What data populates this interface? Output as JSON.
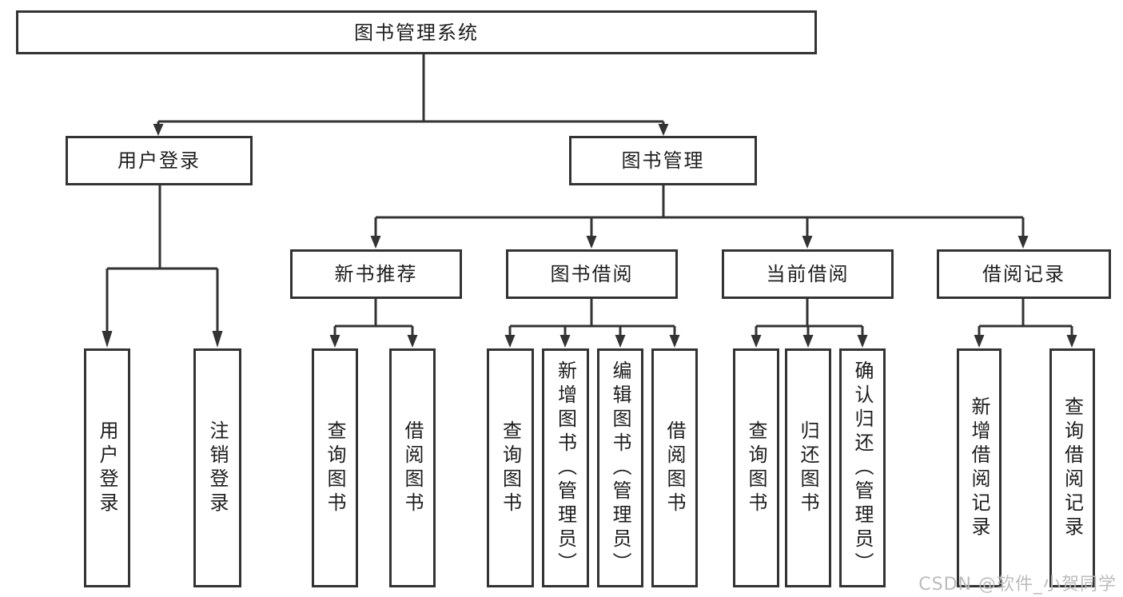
{
  "diagram_type": "hierarchy-tree",
  "colors": {
    "line": "#333333",
    "text": "#1d1d1d",
    "background": "#ffffff",
    "watermark": "#bcbcbc"
  },
  "tree": {
    "label": "图书管理系统",
    "children": [
      {
        "label": "用户登录",
        "children": [
          {
            "label": "用户登录"
          },
          {
            "label": "注销登录"
          }
        ]
      },
      {
        "label": "图书管理",
        "children": [
          {
            "label": "新书推荐",
            "children": [
              {
                "label": "查询图书"
              },
              {
                "label": "借阅图书"
              }
            ]
          },
          {
            "label": "图书借阅",
            "children": [
              {
                "label": "查询图书"
              },
              {
                "label": "新增图书（管理员）"
              },
              {
                "label": "编辑图书（管理员）"
              },
              {
                "label": "借阅图书"
              }
            ]
          },
          {
            "label": "当前借阅",
            "children": [
              {
                "label": "查询图书"
              },
              {
                "label": "归还图书"
              },
              {
                "label": "确认归还（管理员）"
              }
            ]
          },
          {
            "label": "借阅记录",
            "children": [
              {
                "label": "新增借阅记录"
              },
              {
                "label": "查询借阅记录"
              }
            ]
          }
        ]
      }
    ]
  },
  "watermark": {
    "text": "CSDN @软件_小贺同学"
  }
}
